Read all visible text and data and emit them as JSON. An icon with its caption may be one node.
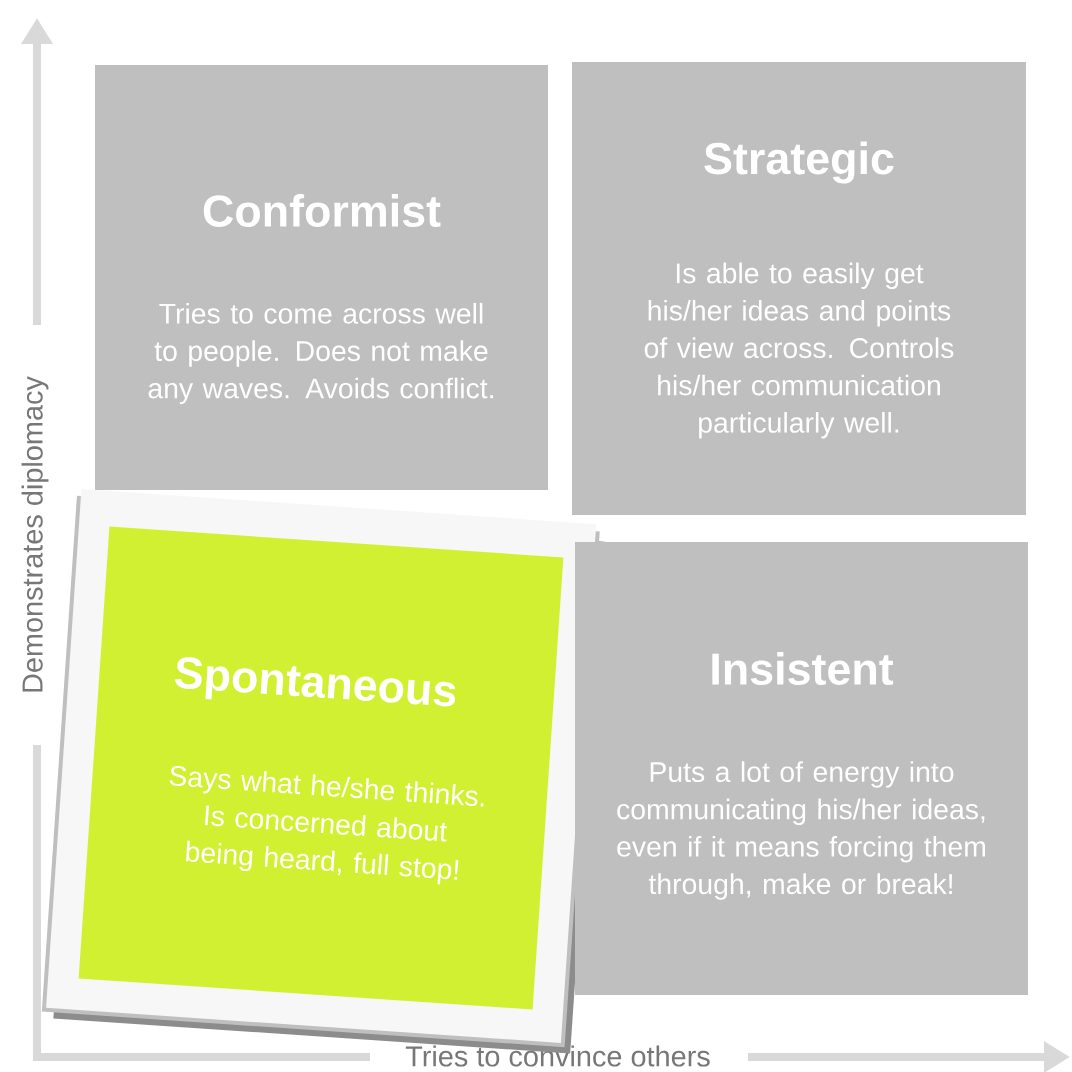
{
  "diagram": {
    "nodes": [
      {
        "text": [
          "Conformist",
          "Tries to come across well to people. Does not make any waves. Avoids conflict."
        ]
      },
      {
        "text": [
          "Strategic",
          "Is able to easily get his/her ideas and points of view across. Controls his/her communication particularly well."
        ]
      },
      {
        "text": [
          "Spontaneous",
          "Says what he/she thinks. Is concerned about being heard, full stop!"
        ]
      },
      {
        "text": [
          "Insistent",
          "Puts a lot of energy into communicating his/her ideas, even if it means forcing them through, make or break!"
        ]
      }
    ],
    "labels": [
      "Demonstrates diplomacy",
      "Tries to convince others"
    ]
  }
}
